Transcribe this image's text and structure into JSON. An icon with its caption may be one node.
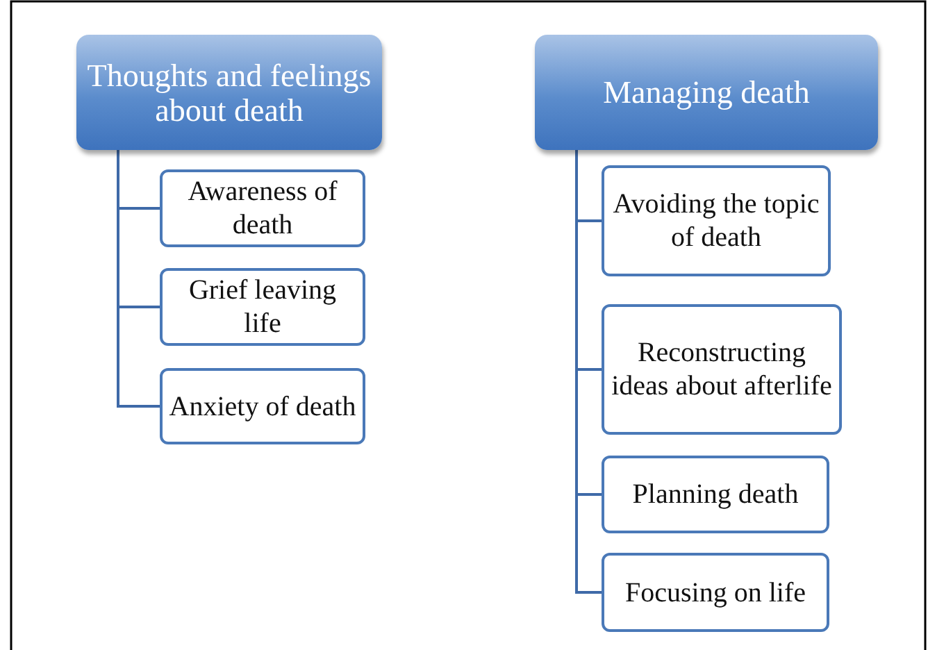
{
  "diagram": {
    "nodes": [
      {
        "text": [
          "Thoughts and feelings about death"
        ]
      },
      {
        "text": [
          "Awareness of death"
        ]
      },
      {
        "text": [
          "Grief leaving life"
        ]
      },
      {
        "text": [
          "Anxiety of death"
        ]
      },
      {
        "text": [
          "Managing death"
        ]
      },
      {
        "text": [
          "Avoiding the topic of death"
        ]
      },
      {
        "text": [
          "Reconstructing ideas about afterlife"
        ]
      },
      {
        "text": [
          "Planning death"
        ]
      },
      {
        "text": [
          "Focusing on life"
        ]
      }
    ],
    "edges": [
      {
        "from": 0,
        "to": 1,
        "arrow": "none"
      },
      {
        "from": 0,
        "to": 2,
        "arrow": "none"
      },
      {
        "from": 0,
        "to": 3,
        "arrow": "none"
      },
      {
        "from": 4,
        "to": 5,
        "arrow": "none"
      },
      {
        "from": 4,
        "to": 6,
        "arrow": "none"
      },
      {
        "from": 4,
        "to": 7,
        "arrow": "none"
      },
      {
        "from": 4,
        "to": 8,
        "arrow": "none"
      }
    ]
  }
}
